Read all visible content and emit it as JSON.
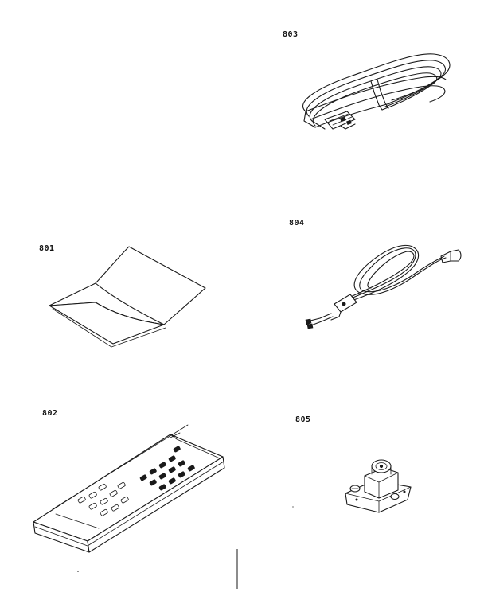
{
  "parts": [
    {
      "id": "801",
      "label": "801",
      "icon": "instruction-booklet"
    },
    {
      "id": "802",
      "label": "802",
      "icon": "remote-control"
    },
    {
      "id": "803",
      "label": "803",
      "icon": "flat-ribbon-cable"
    },
    {
      "id": "804",
      "label": "804",
      "icon": "antenna-cable"
    },
    {
      "id": "805",
      "label": "805",
      "icon": "antenna-connector"
    }
  ]
}
